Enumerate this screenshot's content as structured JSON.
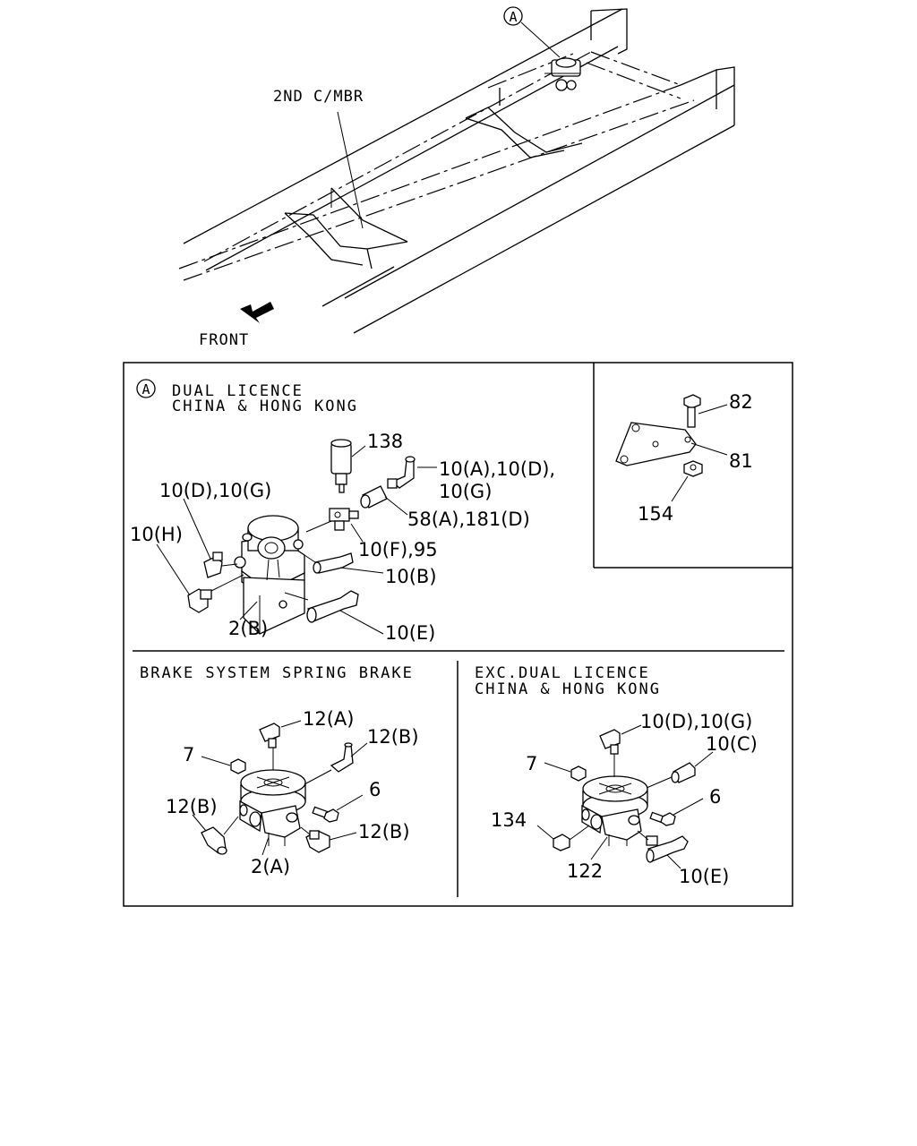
{
  "top": {
    "callout_a": "A",
    "crossmember_label": "2ND C/MBR",
    "front_label": "FRONT"
  },
  "section_a": {
    "marker": "A",
    "title_line1": "DUAL LICENCE",
    "title_line2": "CHINA & HONG KONG",
    "labels": {
      "p138": "138",
      "p10adg_1": "10(A),10(D),",
      "p10adg_2": "10(G)",
      "p10dg": "10(D),10(G)",
      "p58a181d": "58(A),181(D)",
      "p10h": "10(H)",
      "p10f95": "10(F),95",
      "p10b": "10(B)",
      "p2b": "2(B)",
      "p10e": "10(E)"
    }
  },
  "bracket": {
    "labels": {
      "p82": "82",
      "p81": "81",
      "p154": "154"
    }
  },
  "spring_brake": {
    "title": "BRAKE SYSTEM SPRING BRAKE",
    "labels": {
      "p12a": "12(A)",
      "p12b_top": "12(B)",
      "p7": "7",
      "p6": "6",
      "p12b_left": "12(B)",
      "p12b_right": "12(B)",
      "p2a": "2(A)"
    }
  },
  "exc_dual": {
    "title_line1": "EXC.DUAL LICENCE",
    "title_line2": "CHINA & HONG KONG",
    "labels": {
      "p10dg": "10(D),10(G)",
      "p10c": "10(C)",
      "p7": "7",
      "p6": "6",
      "p134": "134",
      "p122": "122",
      "p10e": "10(E)"
    }
  }
}
